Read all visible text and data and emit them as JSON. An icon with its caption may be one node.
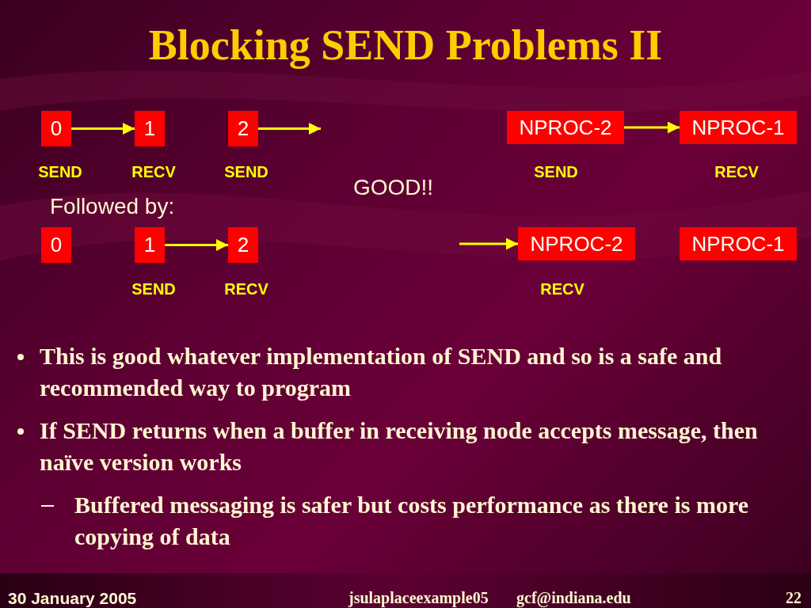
{
  "diagram": {
    "title": "Blocking SEND Problems II",
    "nodes": [
      {
        "text": [
          "0"
        ],
        "beside": [
          "SEND"
        ]
      },
      {
        "text": [
          "1"
        ],
        "beside": [
          "RECV"
        ]
      },
      {
        "text": [
          "2"
        ],
        "beside": [
          "SEND"
        ]
      },
      {
        "text": [
          "NPROC-2"
        ],
        "beside": [
          "SEND"
        ]
      },
      {
        "text": [
          "NPROC-1"
        ],
        "beside": [
          "RECV"
        ]
      },
      {
        "text": [
          "0"
        ]
      },
      {
        "text": [
          "1"
        ],
        "beside": [
          "SEND"
        ]
      },
      {
        "text": [
          "2"
        ],
        "beside": [
          "RECV"
        ]
      },
      {
        "text": [
          "NPROC-2"
        ],
        "beside": [
          "RECV"
        ]
      },
      {
        "text": [
          "NPROC-1"
        ]
      }
    ],
    "edges": [
      {
        "from": 0,
        "to": 1,
        "arrow": "to"
      },
      {
        "from": 2,
        "to": null,
        "arrow": "to"
      },
      {
        "from": 3,
        "to": 4,
        "arrow": "to"
      },
      {
        "from": 6,
        "to": 7,
        "arrow": "to"
      },
      {
        "from": null,
        "to": 8,
        "arrow": "to"
      }
    ],
    "labels": [
      "GOOD!!",
      "Followed by:",
      "This is good whatever implementation of SEND and so is a safe and recommended way to program",
      "If SEND returns when a buffer in receiving node accepts message, then naïve version works",
      "Buffered messaging is safer but costs performance as there is more copying of data",
      "30 January 2005",
      "jsulaplaceexample05",
      "gcf@indiana.edu",
      "22"
    ]
  }
}
